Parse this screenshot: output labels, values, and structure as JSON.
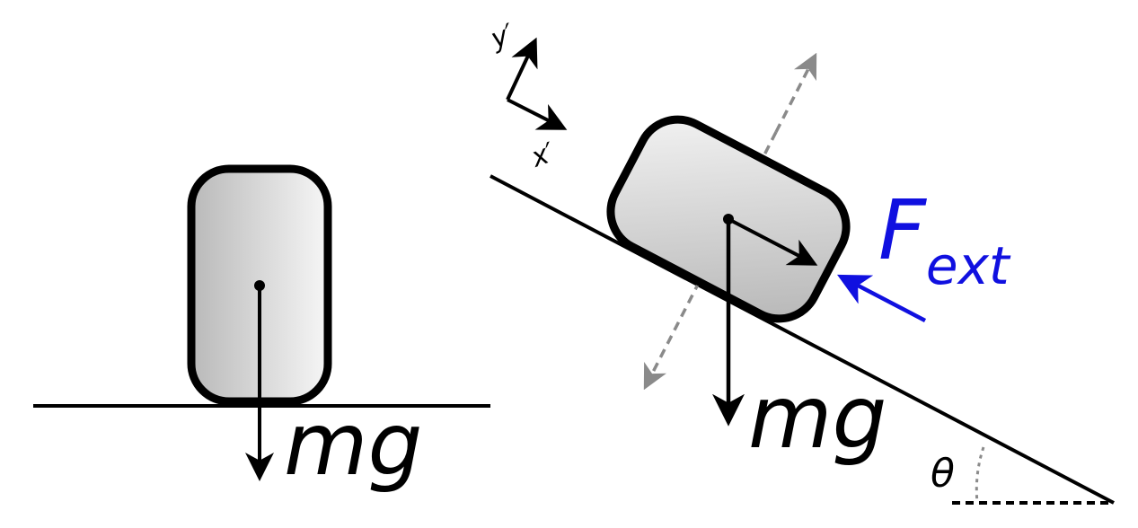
{
  "left_figure": {
    "weight_label": "mg"
  },
  "right_figure": {
    "weight_label": "mg",
    "external_force_symbol": "F",
    "external_force_subscript": "ext",
    "angle_label": "θ",
    "axis_x_label": "x′",
    "axis_y_label": "y′"
  },
  "colors": {
    "ink": "#000000",
    "external_force": "#1010e0",
    "normal_axis": "#8a8a8a",
    "block_fill_light": "#f4f4f4",
    "block_fill_dark": "#b8b8b8"
  }
}
